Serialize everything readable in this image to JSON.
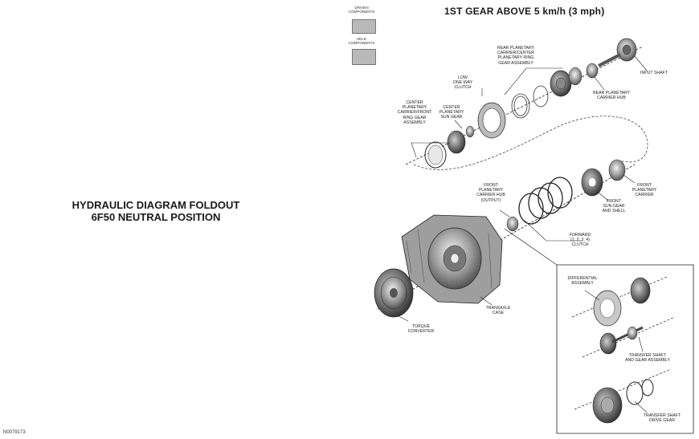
{
  "main_title": {
    "line1": "HYDRAULIC DIAGRAM FOLDOUT",
    "line2": "6F50 NEUTRAL POSITION"
  },
  "gear_title": "1ST GEAR ABOVE 5 km/h (3 mph)",
  "legend": {
    "driven": "DRIVEN\nCOMPONENTS",
    "held": "HELD\nCOMPONENTS",
    "swatch_color": "#b9b9b9"
  },
  "labels": {
    "rear_planetary": "REAR PLANETARY\nCARRIER/CENTER\nPLANETARY RING\nGEAR ASSEMBLY",
    "input_shaft": "INPUT SHAFT",
    "rear_carrier_hub": "REAR PLANETARY\nCARRIER HUB",
    "low_clutch": "LOW\nONE-WAY\nCLUTCH",
    "center_carrier": "CENTER\nPLANETARY\nCARRIER/FRONT\nRING GEAR\nASSEMBLY",
    "center_sun": "CENTER\nPLANETARY\nSUN GEAR",
    "front_carrier": "FRONT\nPLANETARY\nCARRIER",
    "front_sun": "FRONT\nSUN GEAR\nAND SHELL",
    "front_carrier_hub": "FRONT\nPLANETARY\nCARRIER HUB\n(OUTPUT)",
    "forward_clutch": "FORWARD\n(1, 2, 3, 4)\nCLUTCH",
    "transaxle_case": "TRANSAXLE\nCASE",
    "torque_converter": "TORQUE\nCONVERTER",
    "differential": "DIFFERENTIAL\nASSEMBLY",
    "transfer_shaft": "TRANSFER SHAFT\nAND GEAR ASSEMBLY",
    "transfer_drive": "TRANSFER SHAFT\nDRIVE GEAR"
  },
  "doc_number": "N0079173"
}
